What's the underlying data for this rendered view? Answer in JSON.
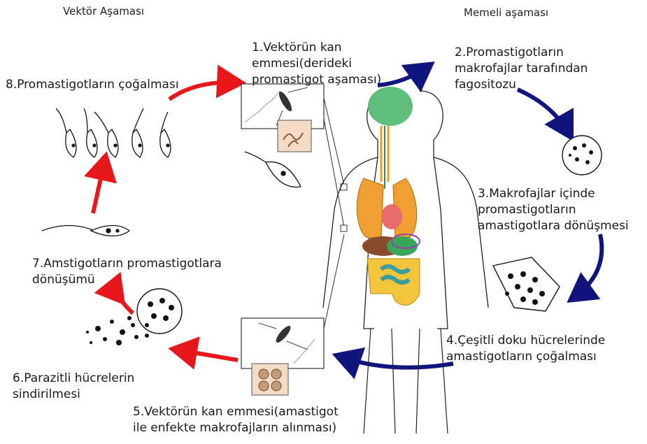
{
  "headers": {
    "vector": "Vektör Aşaması",
    "mammal": "Memeli aşaması"
  },
  "steps": {
    "s1": "1.Vektörün kan\nemmesi(derideki\npromastigot aşaması)",
    "s2": "2.Promastigotların\nmakrofajlar tarafından\nfagositozu",
    "s3": "3.Makrofajlar içinde\npromastigotların\namastigotlara dönüşmesi",
    "s4": "4.Çeşitli doku hücrelerinde\namastigotların çoğalması",
    "s5": "5.Vektörün kan emmesi(amastigot\nile enfekte makrofajların alınması)",
    "s6": "6.Parazitli hücrelerin\nsindirilmesi",
    "s7": "7.Amstigotların promastigotlara\ndönüşümü",
    "s8": "8.Promastigotların çoğalması"
  },
  "colors": {
    "vector_arrow": "#e8171b",
    "mammal_arrow": "#12147e",
    "brain": "#5fbe7b",
    "lungs": "#f0a030",
    "liver": "#8b4a2b",
    "stomach": "#3aa65a",
    "intestine": "#f2c53d",
    "colon": "#3b9c9c"
  }
}
